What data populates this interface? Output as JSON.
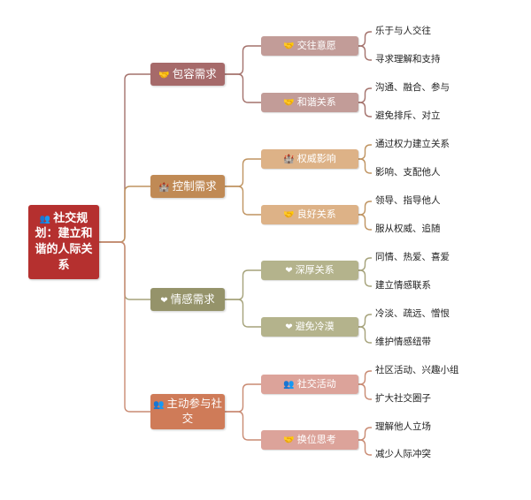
{
  "root": {
    "icon": "👥",
    "icon_name": "people-icon",
    "label": "社交规划：建立和谐的人际关系",
    "color": "#b5302f"
  },
  "categories": [
    {
      "id": "c1",
      "icon": "🤝",
      "icon_name": "handshake-icon",
      "label": "包容需求",
      "color": "#a66a6a",
      "sub_color": "#c29c98",
      "line": "#a4726c",
      "subs": [
        {
          "icon": "🤝",
          "icon_name": "handshake-icon",
          "label": "交往意愿",
          "leaves": [
            "乐于与人交往",
            "寻求理解和支持"
          ]
        },
        {
          "icon": "🤝",
          "icon_name": "handshake-icon",
          "label": "和谐关系",
          "leaves": [
            "沟通、融合、参与",
            "避免排斥、对立"
          ]
        }
      ]
    },
    {
      "id": "c2",
      "icon": "🏰",
      "icon_name": "castle-icon",
      "label": "控制需求",
      "color": "#c08a55",
      "sub_color": "#ddb287",
      "line": "#bf9360",
      "subs": [
        {
          "icon": "🏰",
          "icon_name": "castle-icon",
          "label": "权威影响",
          "leaves": [
            "通过权力建立关系",
            "影响、支配他人"
          ]
        },
        {
          "icon": "🤝",
          "icon_name": "handshake-icon",
          "label": "良好关系",
          "leaves": [
            "领导、指导他人",
            "服从权威、追随"
          ]
        }
      ]
    },
    {
      "id": "c3",
      "icon": "❤",
      "icon_name": "heart-icon",
      "label": "情感需求",
      "color": "#95936a",
      "sub_color": "#b4b38c",
      "line": "#a5a27a",
      "subs": [
        {
          "icon": "❤",
          "icon_name": "heart-icon",
          "label": "深厚关系",
          "leaves": [
            "同情、热爱、喜爱",
            "建立情感联系"
          ]
        },
        {
          "icon": "❤",
          "icon_name": "heart-icon",
          "label": "避免冷漠",
          "leaves": [
            "冷淡、疏远、憎恨",
            "维护情感纽带"
          ]
        }
      ]
    },
    {
      "id": "c4",
      "icon": "👥",
      "icon_name": "people-icon",
      "label": "主动参与社交",
      "color": "#cf7b58",
      "sub_color": "#dca39a",
      "line": "#c98a72",
      "subs": [
        {
          "icon": "👥",
          "icon_name": "people-icon",
          "label": "社交活动",
          "leaves": [
            "社区活动、兴趣小组",
            "扩大社交圈子"
          ]
        },
        {
          "icon": "🤝",
          "icon_name": "handshake-icon",
          "label": "换位思考",
          "leaves": [
            "理解他人立场",
            "减少人际冲突"
          ]
        }
      ]
    }
  ]
}
